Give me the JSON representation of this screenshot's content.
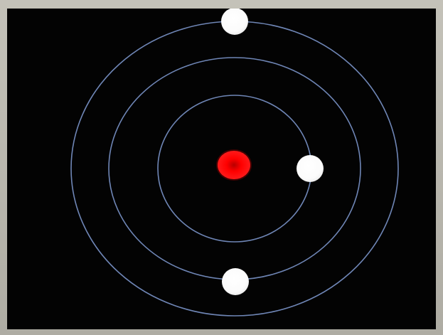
{
  "diagram": {
    "colors": {
      "background": "#030303",
      "frame": "#b9b7ae",
      "orbit": "#6f86b6",
      "nucleus": "#ff0000",
      "nucleus_center": "#c60000",
      "electron": "#ffffff"
    },
    "orbits": [
      {
        "name": "inner-orbit"
      },
      {
        "name": "middle-orbit"
      },
      {
        "name": "outer-orbit"
      }
    ],
    "nucleus": {
      "name": "nucleus"
    },
    "electrons": [
      {
        "name": "electron-top",
        "orbit": "outer-orbit"
      },
      {
        "name": "electron-right",
        "orbit": "inner-orbit"
      },
      {
        "name": "electron-bottom",
        "orbit": "middle-orbit"
      }
    ]
  }
}
